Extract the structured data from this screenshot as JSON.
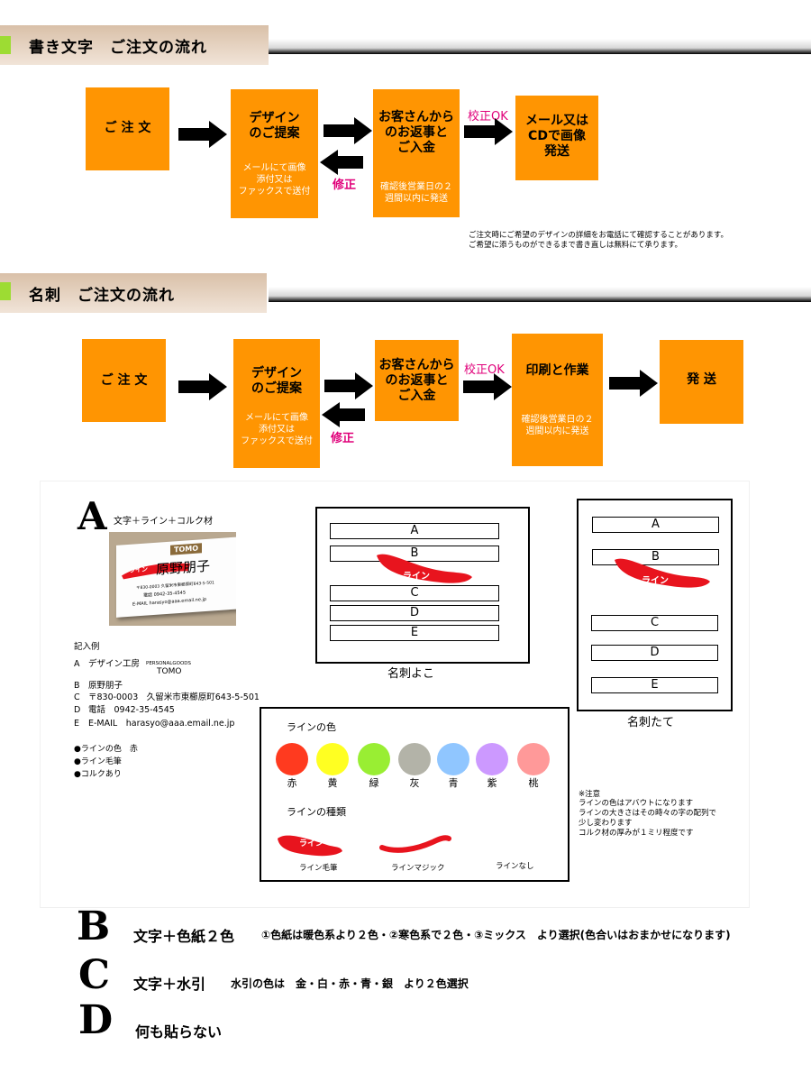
{
  "section1": {
    "title": "書き文字　ご注文の流れ",
    "steps": {
      "order": "ご 注 文",
      "design_title_1": "デザイン",
      "design_title_2": "のご提案",
      "design_sub_1": "メールにて画像",
      "design_sub_2": "添付又は",
      "design_sub_3": "ファックスで送付",
      "reply_title_1": "お客さんから",
      "reply_title_2": "のお返事と",
      "reply_title_3": "ご入金",
      "reply_sub_1": "確認後営業日の２",
      "reply_sub_2": "週間以内に発送",
      "final_1": "メール又は",
      "final_2": "CDで画像",
      "final_3": "発送"
    },
    "proof_ok": "校正OK",
    "fix": "修正",
    "note_1": "ご注文時にご希望のデザインの詳細をお電話にて確認することがあります。",
    "note_2": "ご希望に添うものができるまで書き直しは無料にて承ります。"
  },
  "section2": {
    "title": "名刺　ご注文の流れ",
    "steps": {
      "order": "ご 注 文",
      "design_title_1": "デザイン",
      "design_title_2": "のご提案",
      "design_sub_1": "メールにて画像",
      "design_sub_2": "添付又は",
      "design_sub_3": "ファックスで送付",
      "reply_title_1": "お客さんから",
      "reply_title_2": "のお返事と",
      "reply_title_3": "ご入金",
      "print": "印刷と作業",
      "print_sub_1": "確認後営業日の２",
      "print_sub_2": "週間以内に発送",
      "ship": "発 送"
    },
    "proof_ok": "校正OK",
    "fix": "修正"
  },
  "example": {
    "letter_a": "A",
    "a_caption": "文字＋ライン＋コルク材",
    "card_photo": {
      "brand": "TOMO",
      "name": "原野朋子",
      "line_tag": "ライン",
      "addr": "〒830-0003 久留米市東櫛原町643-5-501",
      "tel": "電話 0942-35-4545",
      "mail": "E-MAIL harasyo@aaa.email.ne.jp"
    },
    "record_title": "記入例",
    "records": [
      {
        "key": "A",
        "value": "デザイン工房"
      },
      {
        "key": "B",
        "value": "原野朋子"
      },
      {
        "key": "C",
        "value": "〒830-0003　久留米市東櫛原町643-5-501"
      },
      {
        "key": "D",
        "value": "電話　0942-35-4545"
      },
      {
        "key": "E",
        "value": "E-MAIL　harasyo@aaa.email.ne.jp"
      }
    ],
    "personal_goods": "PERSONALGOODS",
    "tomo": "TOMO",
    "bullets": [
      "●ラインの色　赤",
      "●ライン毛筆",
      "●コルクあり"
    ],
    "slots": [
      "A",
      "B",
      "C",
      "D",
      "E"
    ],
    "line_label": "ライン",
    "yoko_label": "名刺よこ",
    "tate_label": "名刺たて",
    "line_color_title": "ラインの色",
    "colors": [
      {
        "name": "赤",
        "hex": "#ff3a1f"
      },
      {
        "name": "黄",
        "hex": "#ffff22"
      },
      {
        "name": "緑",
        "hex": "#99ee33"
      },
      {
        "name": "灰",
        "hex": "#b3b3a8"
      },
      {
        "name": "青",
        "hex": "#90c6ff"
      },
      {
        "name": "紫",
        "hex": "#cc99ff"
      },
      {
        "name": "桃",
        "hex": "#ff9999"
      }
    ],
    "line_type_title": "ラインの種類",
    "line_types": [
      "ライン毛筆",
      "ラインマジック",
      "ラインなし"
    ],
    "notes": [
      "※注意",
      "ラインの色はアバウトになります",
      "ラインの大きさはその時々の字の配列で",
      "少し変わります",
      "コルク材の厚みが１ミリ程度です"
    ]
  },
  "options": {
    "b_letter": "B",
    "b_main": "文字＋色紙２色",
    "b_sub": "①色紙は暖色系より２色・②寒色系で２色・③ミックス　より選択(色合いはおまかせになります)",
    "c_letter": "C",
    "c_main": "文字＋水引",
    "c_sub": "水引の色は　金・白・赤・青・銀　より２色選択",
    "d_letter": "D",
    "d_main": "何も貼らない"
  },
  "brand_colors": {
    "orange": "#ff9502",
    "pink": "#e0007a",
    "green_mark": "#9ddc33"
  }
}
